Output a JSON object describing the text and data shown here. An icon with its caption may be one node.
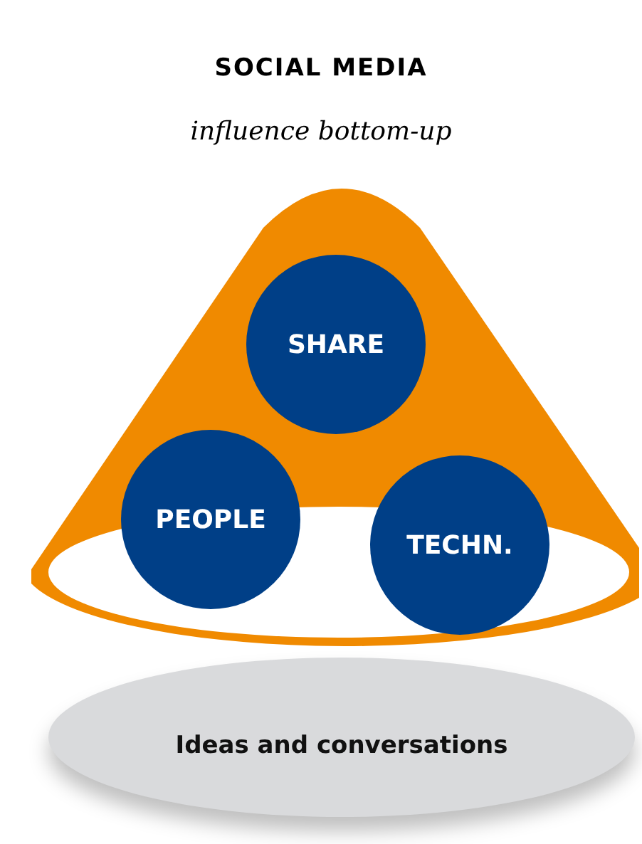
{
  "diagram": {
    "title": "SOCIAL MEDIA",
    "nodes": [
      {
        "text": [
          "SHARE"
        ]
      },
      {
        "text": [
          "PEOPLE"
        ]
      },
      {
        "text": [
          "TECHN."
        ]
      },
      {
        "text": [
          "Ideas and conversations"
        ]
      }
    ],
    "labels": [
      "influence bottom-up"
    ]
  }
}
